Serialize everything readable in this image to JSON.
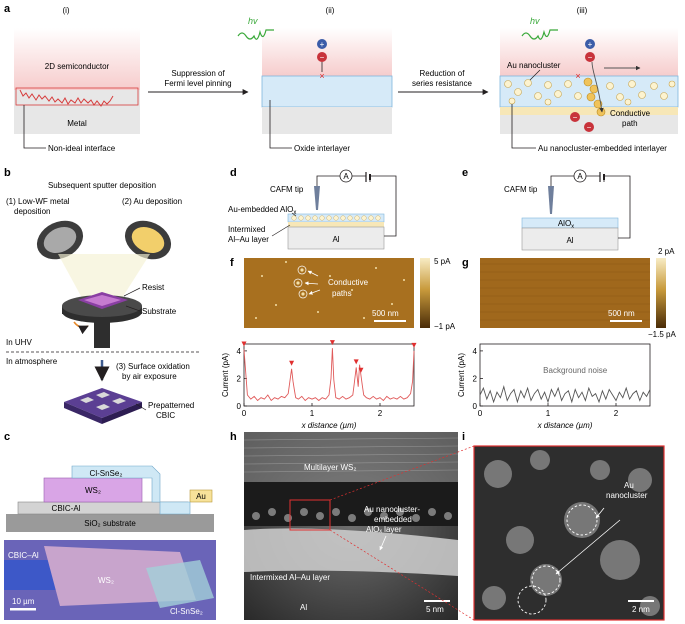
{
  "panel_labels": {
    "a": "a",
    "b": "b",
    "c": "c",
    "d": "d",
    "e": "e",
    "f": "f",
    "g": "g",
    "h": "h",
    "i": "i"
  },
  "panel_a": {
    "step_i": "(i)",
    "step_ii": "(ii)",
    "step_iii": "(iii)",
    "semiconductor": "2D semiconductor",
    "metal": "Metal",
    "arrow1_line1": "Suppression of",
    "arrow1_line2": "Fermi level pinning",
    "arrow2_line1": "Reduction of",
    "arrow2_line2": "series resistance",
    "hv": "hv",
    "plus": "+",
    "minus": "−",
    "cross": "×",
    "au_nanocluster": "Au nanocluster",
    "conductive_line1": "Conductive",
    "conductive_line2": "path",
    "nonideal": "Non-ideal interface",
    "oxide": "Oxide interlayer",
    "embedded": "Au nanocluster-embedded interlayer"
  },
  "panel_b": {
    "title": "Subsequent sputter deposition",
    "step1_line1": "(1) Low-WF metal",
    "step1_line2": "deposition",
    "step2": "(2) Au deposition",
    "resist": "Resist",
    "substrate": "Substrate",
    "uhv": "In UHV",
    "atmosphere": "In atmosphere",
    "step3_line1": "(3) Surface oxidation",
    "step3_line2": "by air exposure",
    "cbic_line1": "Prepatterned",
    "cbic_line2": "CBIC"
  },
  "panel_c": {
    "cl_snse2": "Cl-SnSe₂",
    "ws2": "WS₂",
    "au": "Au",
    "cbic_al": "CBIC-Al",
    "sio2": "SiO₂ substrate",
    "photo_cbic": "CBIC–Al",
    "photo_ws2": "WS₂",
    "photo_cl": "Cl-SnSe₂",
    "scale": "10 µm"
  },
  "panel_d": {
    "tip": "CAFM tip",
    "ammeter": "A",
    "layer1_line1": "Au-embedded AlO",
    "layer1_sub": "x",
    "layer2_line1": "Intermixed",
    "layer2_line2": "Al–Au layer",
    "al": "Al"
  },
  "panel_e": {
    "tip": "CAFM tip",
    "ammeter": "A",
    "alox": "AlO",
    "alox_sub": "x",
    "al": "Al"
  },
  "panel_f": {
    "map_label_line1": "Conductive",
    "map_label_line2": "paths",
    "scale": "500 nm",
    "cbar_max": "5 pA",
    "cbar_min": "−1 pA"
  },
  "panel_g": {
    "scale": "500 nm",
    "cbar_max": "2 pA",
    "cbar_min": "−1.5 pA"
  },
  "panel_h": {
    "multilayer": "Multilayer WS₂",
    "embedded_line1": "Au nanocluster-",
    "embedded_line2": "embedded",
    "embedded_line3": "AlOₓ layer",
    "intermixed": "Intermixed Al–Au layer",
    "al": "Al",
    "scale": "5 nm"
  },
  "panel_i": {
    "au_line1": "Au",
    "au_line2": "nanocluster",
    "scale": "2 nm"
  },
  "chart_data": [
    {
      "type": "line",
      "panel": "f",
      "xlabel": "x distance (µm)",
      "ylabel": "Current (pA)",
      "xlim": [
        0,
        2.5
      ],
      "ylim": [
        0,
        4.5
      ],
      "xticks": [
        0,
        1,
        2
      ],
      "yticks": [
        0,
        2,
        4
      ],
      "grid": false,
      "color": "#e05a5a",
      "series": [
        {
          "x": [
            0.0,
            0.05,
            0.1,
            0.15,
            0.2,
            0.25,
            0.3,
            0.35,
            0.4,
            0.45,
            0.5,
            0.55,
            0.6,
            0.65,
            0.7,
            0.72,
            0.74,
            0.76,
            0.8,
            0.85,
            0.9,
            0.95,
            1.0,
            1.05,
            1.1,
            1.15,
            1.2,
            1.25,
            1.28,
            1.3,
            1.32,
            1.35,
            1.4,
            1.45,
            1.5,
            1.55,
            1.6,
            1.62,
            1.65,
            1.68,
            1.7,
            1.72,
            1.74,
            1.76,
            1.8,
            1.85,
            1.9,
            1.95,
            2.0,
            2.05,
            2.1,
            2.15,
            2.2,
            2.25,
            2.3,
            2.35,
            2.4,
            2.45,
            2.48,
            2.5
          ],
          "y": [
            4.1,
            0.8,
            0.5,
            0.7,
            0.4,
            0.6,
            0.5,
            0.8,
            0.4,
            0.6,
            0.5,
            0.7,
            0.6,
            0.9,
            2.7,
            1.8,
            1.2,
            0.6,
            0.5,
            0.7,
            0.4,
            0.6,
            0.5,
            0.6,
            0.4,
            0.6,
            0.5,
            0.8,
            2.0,
            4.2,
            1.9,
            0.6,
            0.5,
            0.7,
            0.5,
            0.6,
            0.8,
            1.6,
            2.8,
            1.4,
            3.0,
            2.2,
            1.5,
            0.8,
            0.6,
            0.5,
            0.7,
            0.5,
            0.6,
            0.4,
            0.7,
            0.5,
            0.6,
            0.5,
            0.7,
            0.5,
            0.6,
            0.9,
            1.8,
            4.0
          ]
        }
      ],
      "peaks_marked": [
        0.0,
        0.7,
        1.3,
        1.65,
        1.72,
        2.5
      ]
    },
    {
      "type": "line",
      "panel": "g",
      "xlabel": "x distance (µm)",
      "ylabel": "Current (pA)",
      "xlim": [
        0,
        2.5
      ],
      "ylim": [
        0,
        4.5
      ],
      "xticks": [
        0,
        1,
        2
      ],
      "yticks": [
        0,
        2,
        4
      ],
      "grid": false,
      "annotation": "Background noise",
      "color": "#555555",
      "series": [
        {
          "x": [
            0.0,
            0.05,
            0.1,
            0.15,
            0.2,
            0.25,
            0.3,
            0.35,
            0.4,
            0.45,
            0.5,
            0.55,
            0.6,
            0.65,
            0.7,
            0.75,
            0.8,
            0.85,
            0.9,
            0.95,
            1.0,
            1.05,
            1.1,
            1.15,
            1.2,
            1.25,
            1.3,
            1.35,
            1.4,
            1.45,
            1.5,
            1.55,
            1.6,
            1.65,
            1.7,
            1.75,
            1.8,
            1.85,
            1.9,
            1.95,
            2.0,
            2.05,
            2.1,
            2.15,
            2.2,
            2.25,
            2.3,
            2.35,
            2.4,
            2.45,
            2.5
          ],
          "y": [
            0.8,
            1.3,
            0.5,
            1.1,
            0.3,
            1.0,
            0.6,
            1.4,
            0.4,
            0.9,
            1.2,
            0.3,
            1.1,
            0.6,
            1.3,
            0.4,
            0.9,
            1.2,
            0.5,
            1.0,
            0.3,
            1.2,
            0.7,
            1.3,
            0.4,
            0.9,
            1.1,
            0.3,
            1.2,
            0.6,
            1.0,
            0.4,
            1.3,
            0.7,
            0.9,
            0.3,
            1.1,
            0.5,
            1.2,
            0.8,
            0.4,
            1.0,
            0.6,
            1.3,
            0.5,
            0.9,
            1.1,
            0.4,
            1.0,
            0.7,
            1.2
          ]
        }
      ]
    }
  ]
}
